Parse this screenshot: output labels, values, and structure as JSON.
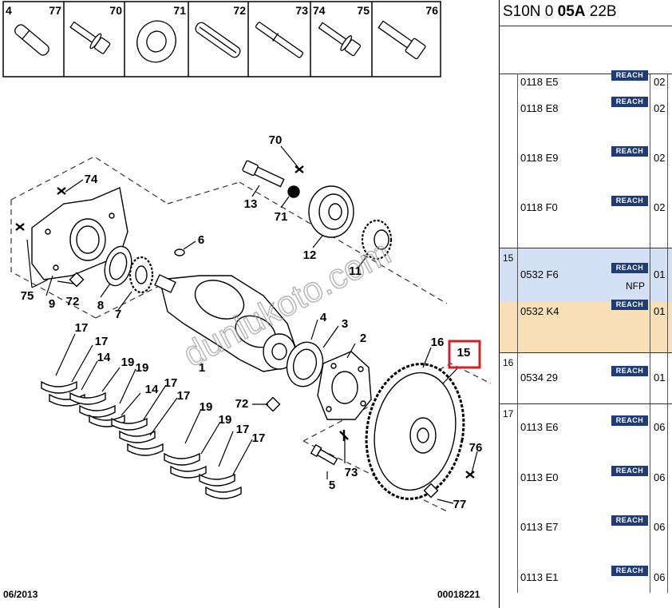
{
  "diagram": {
    "parts_strip": [
      {
        "left": "4",
        "right": "77"
      },
      {
        "left": "",
        "right": "70"
      },
      {
        "left": "",
        "right": "71"
      },
      {
        "left": "",
        "right": "72"
      },
      {
        "left": "",
        "right": "73"
      },
      {
        "left": "74",
        "right": "75"
      },
      {
        "left": "",
        "right": "76"
      }
    ],
    "callouts": [
      "70",
      "74",
      "13",
      "71",
      "6",
      "12",
      "11",
      "75",
      "9",
      "72",
      "8",
      "7",
      "4",
      "3",
      "1",
      "2",
      "16",
      "15",
      "17",
      "17",
      "14",
      "19",
      "19",
      "14",
      "17",
      "17",
      "72",
      "19",
      "19",
      "17",
      "17",
      "73",
      "76",
      "5",
      "77"
    ],
    "highlighted_callout": "15",
    "watermark": "dunlukoto.com",
    "date": "06/2013",
    "reference": "00018221"
  },
  "panel": {
    "title_prefix": "S10N 0",
    "title_bold": "05A",
    "title_suffix": "22B",
    "groups": [
      {
        "number": "",
        "highlight": "",
        "rows": [
          {
            "code": "0118 E5",
            "reach": "REACH",
            "qty": "02",
            "note": ""
          },
          {
            "code": "0118 E8",
            "reach": "REACH",
            "qty": "02",
            "note": ""
          },
          {
            "code": "0118 E9",
            "reach": "REACH",
            "qty": "02",
            "note": ""
          },
          {
            "code": "0118 F0",
            "reach": "REACH",
            "qty": "02",
            "note": ""
          }
        ]
      },
      {
        "number": "15",
        "highlight": "#d4e0f5",
        "rows": [
          {
            "code": "0532 F6",
            "reach": "REACH",
            "qty": "01",
            "note": "NFP"
          },
          {
            "code": "0532 K4",
            "reach": "REACH",
            "qty": "01",
            "note": ""
          }
        ]
      },
      {
        "number": "16",
        "highlight": "",
        "rows": [
          {
            "code": "0534 29",
            "reach": "REACH",
            "qty": "01",
            "note": ""
          }
        ]
      },
      {
        "number": "17",
        "highlight": "",
        "rows": [
          {
            "code": "0113 E6",
            "reach": "REACH",
            "qty": "06",
            "note": ""
          },
          {
            "code": "0113 E0",
            "reach": "REACH",
            "qty": "06",
            "note": ""
          },
          {
            "code": "0113 E7",
            "reach": "REACH",
            "qty": "06",
            "note": ""
          },
          {
            "code": "0113 E1",
            "reach": "REACH",
            "qty": "06",
            "note": ""
          }
        ]
      }
    ],
    "selected_row_color": "#f9dfb6",
    "reach_color": "#1d3c78"
  }
}
